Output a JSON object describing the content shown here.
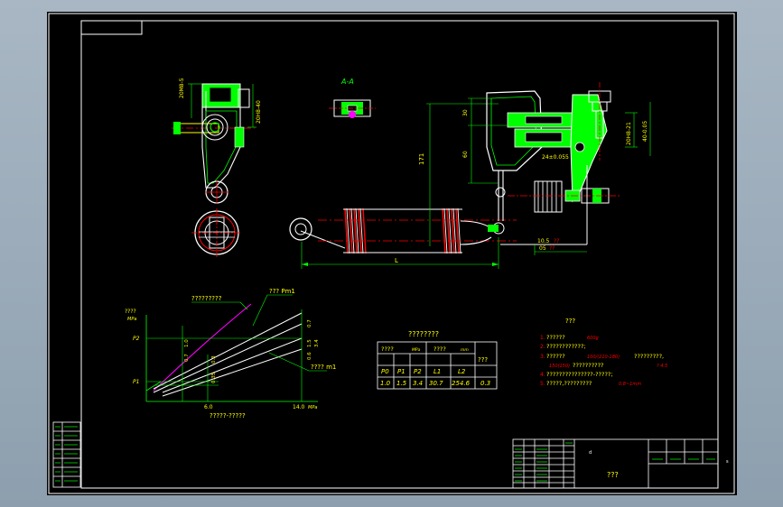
{
  "view_label": "A-A",
  "dims": {
    "d_top_a": "20M8-5",
    "d_top_b": "20H8-40",
    "d_30": "30",
    "d_60": "60",
    "d_171": "171",
    "d_l": "L",
    "d_24": "24±0.055",
    "d_20h8": "20H8-21",
    "d_40": "40-0.05",
    "d_10": "10.5",
    "d_10_tol": "??",
    "d_05": "05",
    "d_05_tol": "??"
  },
  "graph": {
    "label_top": "?????????",
    "label_ps1": "??? Pm1",
    "label_ps2": "???? m1",
    "y_unit_q": "????",
    "y_unit": "MPa",
    "p2": "P2",
    "p1": "P1",
    "v_1_0": "1.0",
    "v_0_7a": "0.7",
    "v_0_7b": "0.7",
    "v_1_5": "1.5",
    "v_3_4": "3.4",
    "v_0_6": "0.6",
    "v_0_3": "0.3",
    "v_0_35": "0.35",
    "x_6_0": "6.0",
    "x_14_0": "14.0",
    "x_unit": "MPa",
    "x_title": "?????-?????"
  },
  "table": {
    "title": "????????",
    "h_a": "????",
    "h_a_unit": "MPa",
    "h_b": "????",
    "h_b_unit": "mm",
    "h_c": "???",
    "cols": [
      "P0",
      "P1",
      "P2",
      "L1",
      "L2"
    ],
    "vals": [
      "1.0",
      "1.5",
      "3.4",
      "30.7",
      "254.6",
      "0.3"
    ]
  },
  "notes": {
    "title": "???",
    "n1_num": "1.",
    "n1_text": "??????",
    "n1_red": "600g",
    "n2_num": "2.",
    "n2_text": "????????????;",
    "n3_num": "3.",
    "n3_text": "??????",
    "n3_red": "100/(210-180)",
    "n3_tail": "?????????,",
    "n3b_red": "150(150)",
    "n3b_text": "??????????",
    "n3b_red2": "? 4.5",
    "n4_num": "4.",
    "n4_text": "???????????????-?????;",
    "n5_num": "5.",
    "n5_text": "?????,?????????",
    "n5_red": "0.8~1mm"
  },
  "title_block": {
    "name": "???",
    "mark_a": "d",
    "mark_b": "s"
  },
  "colors": {
    "frame": "#ffffff",
    "part": "#00ff00",
    "dim": "#00ff00",
    "yellow": "#ffff00",
    "red": "#ff0000",
    "magenta": "#ff00ff",
    "cyan": "#00ffff",
    "centerline": "#ff0000"
  }
}
